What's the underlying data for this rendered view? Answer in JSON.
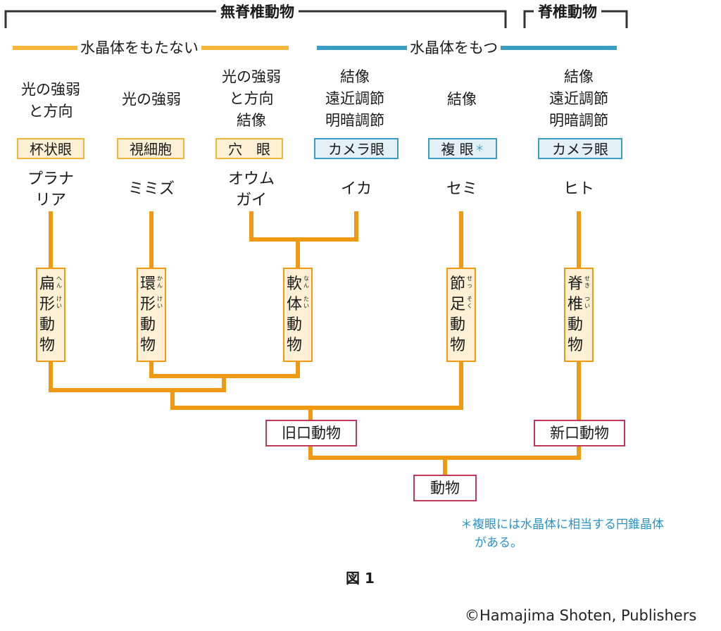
{
  "header": {
    "invertebrates": "無脊椎動物",
    "vertebrates": "脊椎動物"
  },
  "lens_groups": {
    "no_lens": "水晶体をもたない",
    "with_lens": "水晶体をもつ"
  },
  "columns": [
    {
      "function_lines": [
        "光の強弱",
        "と方向"
      ],
      "eye_type": "杯状眼",
      "eye_lens": false,
      "animal_lines": [
        "プラナ",
        "リア"
      ]
    },
    {
      "function_lines": [
        "光の強弱"
      ],
      "eye_type": "視細胞",
      "eye_lens": false,
      "animal_lines": [
        "ミミズ"
      ]
    },
    {
      "function_lines": [
        "光の強弱",
        "と方向",
        "結像"
      ],
      "eye_type": "穴　眼",
      "eye_lens": false,
      "animal_lines": [
        "オウム",
        "ガイ"
      ]
    },
    {
      "function_lines": [
        "結像",
        "遠近調節",
        "明暗調節"
      ],
      "eye_type": "カメラ眼",
      "eye_lens": true,
      "animal_lines": [
        "イカ"
      ]
    },
    {
      "function_lines": [
        "結像"
      ],
      "eye_type": "複 眼",
      "eye_lens": true,
      "eye_mark": "＊",
      "animal_lines": [
        "セミ"
      ]
    },
    {
      "function_lines": [
        "結像",
        "遠近調節",
        "明暗調節"
      ],
      "eye_type": "カメラ眼",
      "eye_lens": true,
      "animal_lines": [
        "ヒト"
      ]
    }
  ],
  "phyla": [
    {
      "chars": [
        "扁",
        "形",
        "動",
        "物"
      ],
      "ruby": [
        "へん",
        "けい",
        "",
        ""
      ]
    },
    {
      "chars": [
        "環",
        "形",
        "動",
        "物"
      ],
      "ruby": [
        "かん",
        "けい",
        "",
        ""
      ]
    },
    {
      "chars": [
        "軟",
        "体",
        "動",
        "物"
      ],
      "ruby": [
        "なん",
        "たい",
        "",
        ""
      ]
    },
    {
      "chars": [
        "節",
        "足",
        "動",
        "物"
      ],
      "ruby": [
        "せっ",
        "そく",
        "",
        ""
      ]
    },
    {
      "chars": [
        "脊",
        "椎",
        "動",
        "物"
      ],
      "ruby": [
        "せき",
        "つい",
        "",
        ""
      ]
    }
  ],
  "clades": {
    "protostomes": "旧口動物",
    "deuterostomes": "新口動物",
    "animals": "動物"
  },
  "footnote": {
    "mark": "＊",
    "line1": "複眼には水晶体に相当する円錐晶体",
    "line2": "がある。"
  },
  "caption": "図 1",
  "copyright": "©Hamajima Shoten, Publishers",
  "colors": {
    "tree_line": "#ef9a12",
    "no_lens_bar": "#f6b73c",
    "with_lens_bar": "#3a9ec4",
    "clade_border": "#c0395a",
    "bracket": "#333333",
    "note_text": "#2a93c6"
  }
}
